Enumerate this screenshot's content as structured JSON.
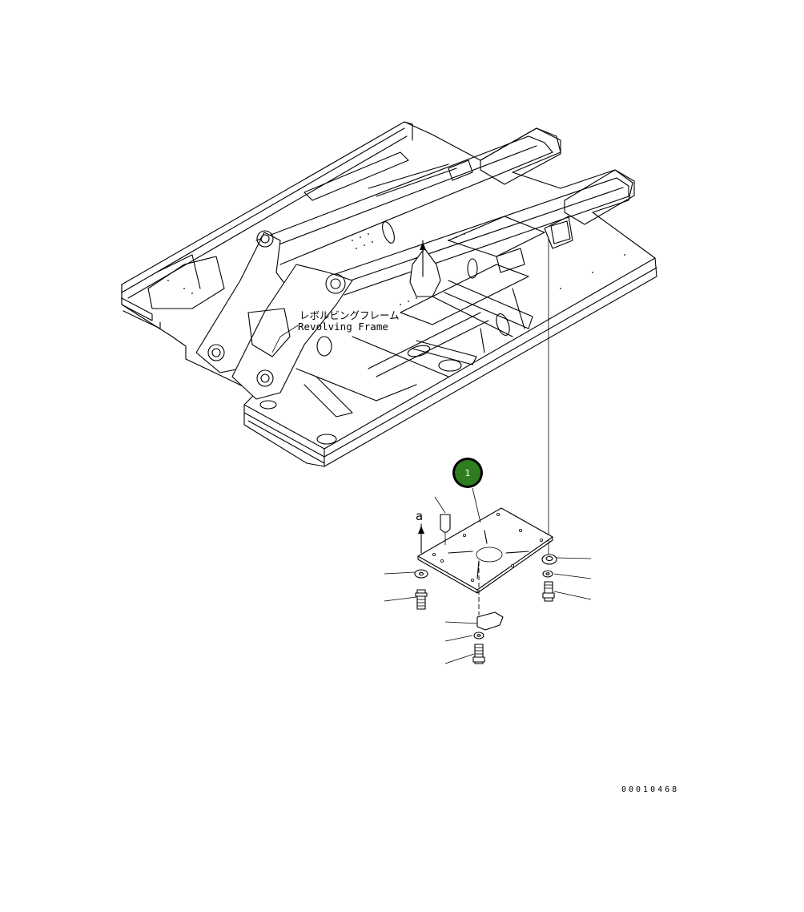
{
  "drawing": {
    "label_jp": "レボルビングフレーム",
    "label_en": "Revolving Frame",
    "callout_number": "1",
    "callout_color": "#2e7d1e",
    "part_letter": "a",
    "reference_number": "00010468"
  }
}
